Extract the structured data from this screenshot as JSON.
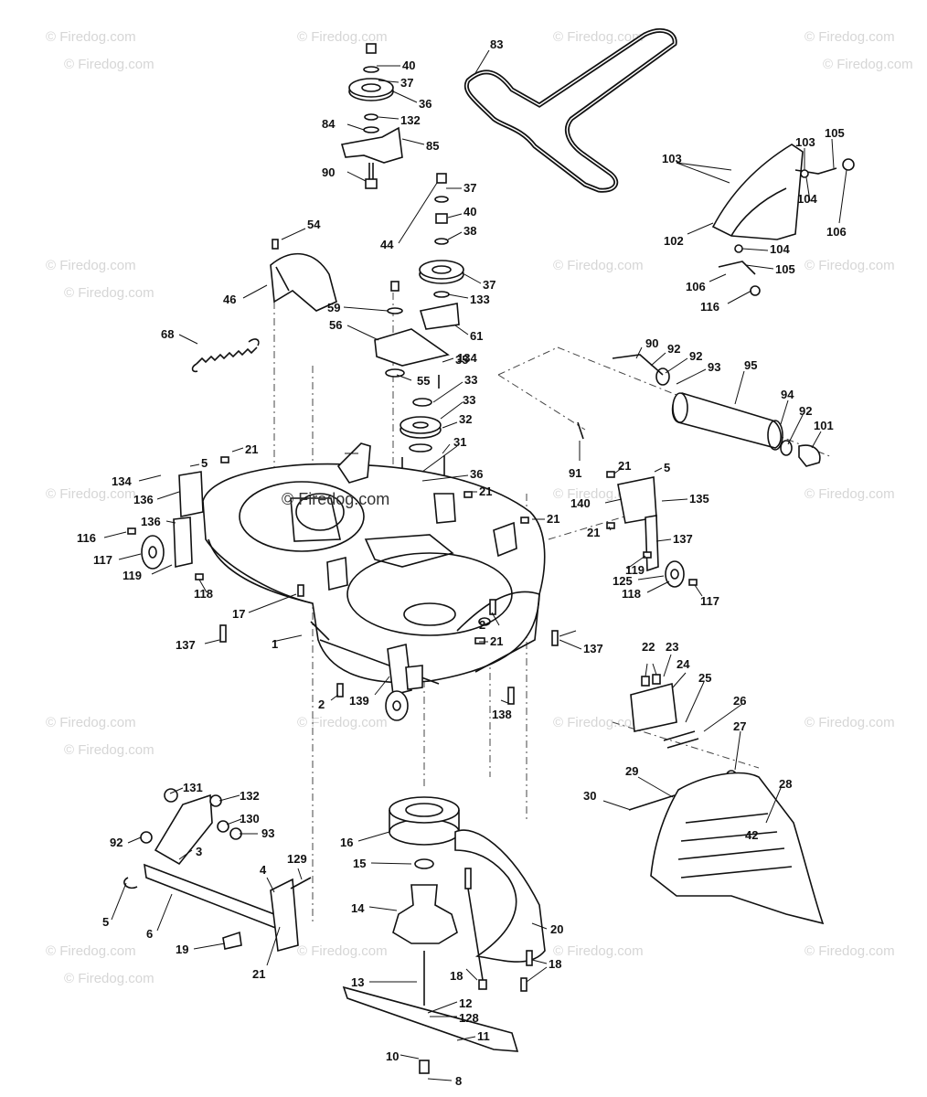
{
  "watermark": {
    "text": "© Firedog.com",
    "center_text": "© Firedog.com"
  },
  "callouts": [
    "1",
    "2",
    "2",
    "3",
    "4",
    "5",
    "5",
    "5",
    "6",
    "8",
    "10",
    "11",
    "12",
    "128",
    "13",
    "14",
    "15",
    "16",
    "17",
    "18",
    "18",
    "19",
    "20",
    "21",
    "21",
    "21",
    "21",
    "21",
    "21",
    "21",
    "22",
    "23",
    "24",
    "25",
    "26",
    "27",
    "28",
    "29",
    "30",
    "31",
    "32",
    "33",
    "33",
    "35",
    "36",
    "36",
    "37",
    "37",
    "37",
    "38",
    "40",
    "40",
    "44",
    "46",
    "54",
    "55",
    "56",
    "59",
    "61",
    "68",
    "83",
    "84",
    "85",
    "90",
    "90",
    "91",
    "92",
    "92",
    "92",
    "92",
    "93",
    "93",
    "94",
    "95",
    "101",
    "102",
    "103",
    "103",
    "104",
    "104",
    "105",
    "105",
    "106",
    "106",
    "116",
    "116",
    "117",
    "117",
    "118",
    "118",
    "119",
    "119",
    "125",
    "129",
    "130",
    "131",
    "132",
    "132",
    "133",
    "134",
    "134",
    "135",
    "136",
    "136",
    "137",
    "137",
    "137",
    "138",
    "139",
    "140"
  ],
  "deck_stamp": "42"
}
